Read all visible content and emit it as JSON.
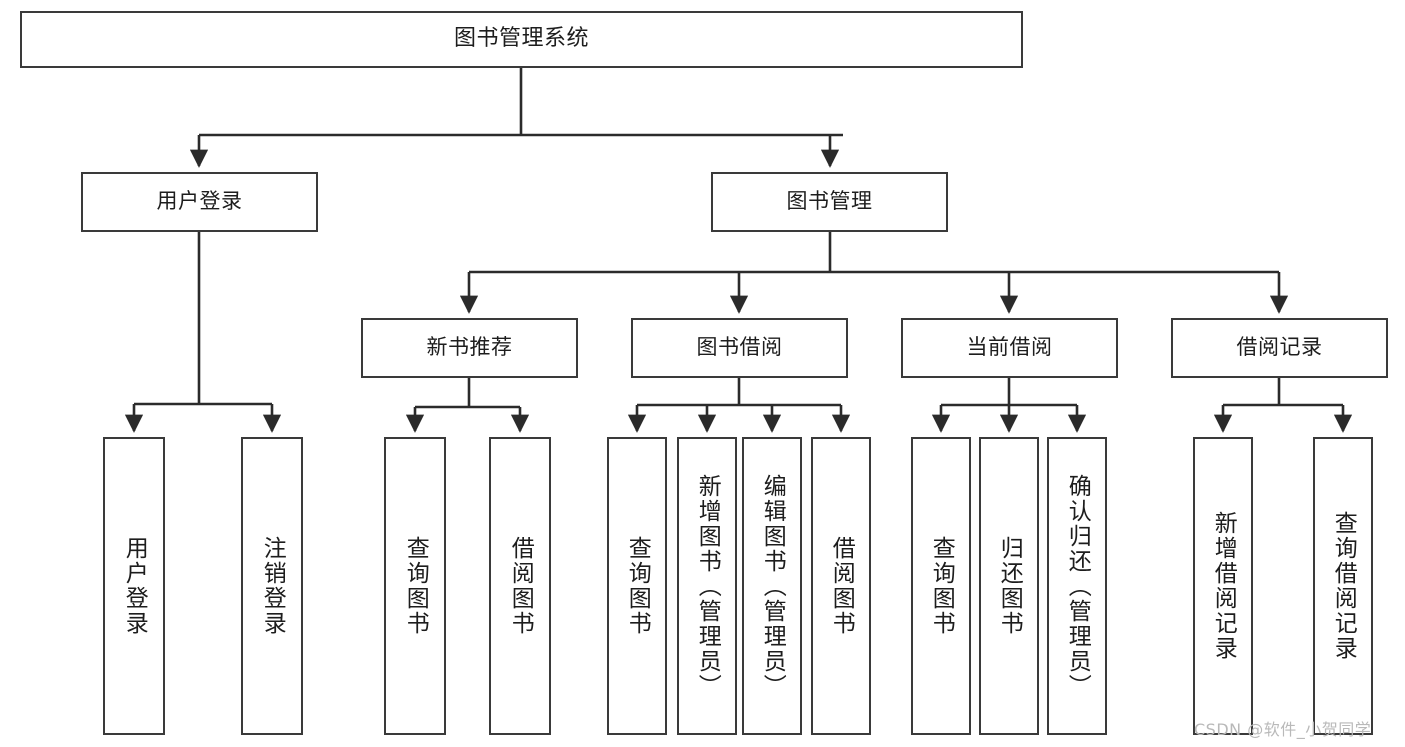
{
  "diagram": {
    "type": "tree-hierarchy-chart",
    "title": "图书管理系统",
    "background_color": "#ffffff",
    "box_border_color": "#3a3a3a",
    "text_color": "#1d1d1d",
    "connector_color": "#2b2b2b"
  },
  "nodes": {
    "root": {
      "label": "图书管理系统"
    },
    "level1": [
      {
        "id": "user-login",
        "label": "用户登录"
      },
      {
        "id": "book-management",
        "label": "图书管理"
      }
    ],
    "level2": [
      {
        "id": "new-book-recommend",
        "label": "新书推荐"
      },
      {
        "id": "book-borrow",
        "label": "图书借阅"
      },
      {
        "id": "current-borrow",
        "label": "当前借阅"
      },
      {
        "id": "borrow-record",
        "label": "借阅记录"
      }
    ],
    "level3": {
      "user_login_children": [
        {
          "id": "leaf-user-login",
          "label": "用户登录"
        },
        {
          "id": "leaf-logout",
          "label": "注销登录"
        }
      ],
      "new_book_recommend_children": [
        {
          "id": "leaf-query-book-1",
          "label": "查询图书"
        },
        {
          "id": "leaf-borrow-book-1",
          "label": "借阅图书"
        }
      ],
      "book_borrow_children": [
        {
          "id": "leaf-query-book-2",
          "label": "查询图书"
        },
        {
          "id": "leaf-add-book",
          "label": "新增图书（管理员）"
        },
        {
          "id": "leaf-edit-book",
          "label": "编辑图书（管理员）"
        },
        {
          "id": "leaf-borrow-book-2",
          "label": "借阅图书"
        }
      ],
      "current_borrow_children": [
        {
          "id": "leaf-query-book-3",
          "label": "查询图书"
        },
        {
          "id": "leaf-return-book",
          "label": "归还图书"
        },
        {
          "id": "leaf-confirm-return",
          "label": "确认归还（管理员）"
        }
      ],
      "borrow_record_children": [
        {
          "id": "leaf-add-record",
          "label": "新增借阅记录"
        },
        {
          "id": "leaf-query-record",
          "label": "查询借阅记录"
        }
      ]
    }
  },
  "watermark": {
    "text": "CSDN @软件_小贺同学"
  }
}
